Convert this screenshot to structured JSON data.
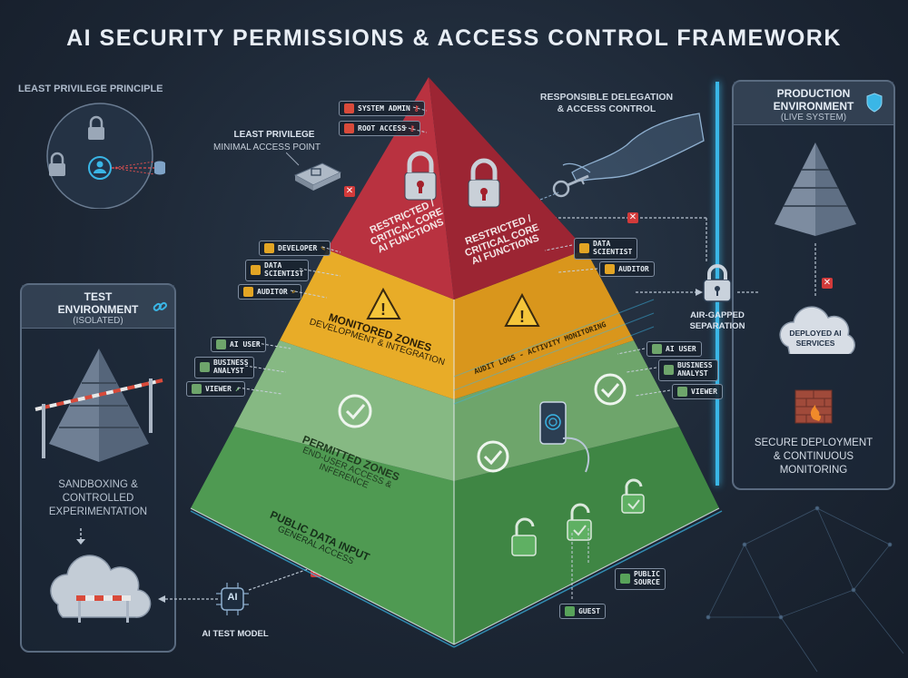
{
  "title": "AI SECURITY PERMISSIONS & ACCESS CONTROL FRAMEWORK",
  "least_privilege_principle": "LEAST PRIVILEGE PRINCIPLE",
  "least_privilege_point": {
    "title": "LEAST PRIVILEGE",
    "subtitle": "MINIMAL ACCESS POINT"
  },
  "responsible_delegation": {
    "line1": "RESPONSIBLE DELEGATION",
    "line2": "& ACCESS CONTROL"
  },
  "test_env": {
    "title_line1": "TEST",
    "title_line2": "ENVIRONMENT",
    "subtitle": "(ISOLATED)",
    "desc_line1": "SANDBOXING &",
    "desc_line2": "CONTROLLED",
    "desc_line3": "EXPERIMENTATION"
  },
  "ai_test_model": {
    "icon_text": "AI",
    "label": "AI TEST MODEL"
  },
  "prod_env": {
    "title_line1": "PRODUCTION",
    "title_line2": "ENVIRONMENT",
    "subtitle": "(LIVE SYSTEM)",
    "cloud_label_line1": "DEPLOYED AI",
    "cloud_label_line2": "SERVICES",
    "desc_line1": "SECURE DEPLOYMENT",
    "desc_line2": "& CONTINUOUS",
    "desc_line3": "MONITORING"
  },
  "air_gap": {
    "line1": "AIR-GAPPED",
    "line2": "SEPARATION"
  },
  "levels": {
    "restricted": {
      "line1": "RESTRICTED /",
      "line2": "CRITICAL CORE",
      "line3": "AI FUNCTIONS"
    },
    "monitored": {
      "title": "MONITORED ZONES",
      "subtitle": "DEVELOPMENT & INTEGRATION",
      "right_text": "AUDIT LOGS - ACTIVITY MONITORING"
    },
    "permitted": {
      "title": "PERMITTED ZONES",
      "subtitle": "END-USER ACCESS & INFERENCE"
    },
    "public": {
      "title": "PUBLIC DATA INPUT",
      "subtitle": "GENERAL ACCESS"
    }
  },
  "roles": {
    "system_admin": "SYSTEM ADMIN",
    "root_access": "ROOT ACCESS",
    "developer": "DEVELOPER",
    "data_scientist_left_1": "DATA",
    "data_scientist_left_2": "SCIENTIST",
    "auditor_left": "AUDITOR",
    "data_scientist_right_1": "DATA",
    "data_scientist_right_2": "SCIENTIST",
    "auditor_right": "AUDITOR",
    "ai_user_left": "AI USER",
    "business_analyst_left_1": "BUSINESS",
    "business_analyst_left_2": "ANALYST",
    "viewer_left": "VIEWER",
    "ai_user_right": "AI USER",
    "business_analyst_right_1": "BUSINESS",
    "business_analyst_right_2": "ANALYST",
    "viewer_right": "VIEWER",
    "public_source_1": "PUBLIC",
    "public_source_2": "SOURCE",
    "guest": "GUEST"
  },
  "colors": {
    "restricted": "#b3303c",
    "monitored": "#e3a524",
    "permitted": "#7fb27a",
    "public": "#58a35a",
    "accent": "#3ab6e6"
  }
}
